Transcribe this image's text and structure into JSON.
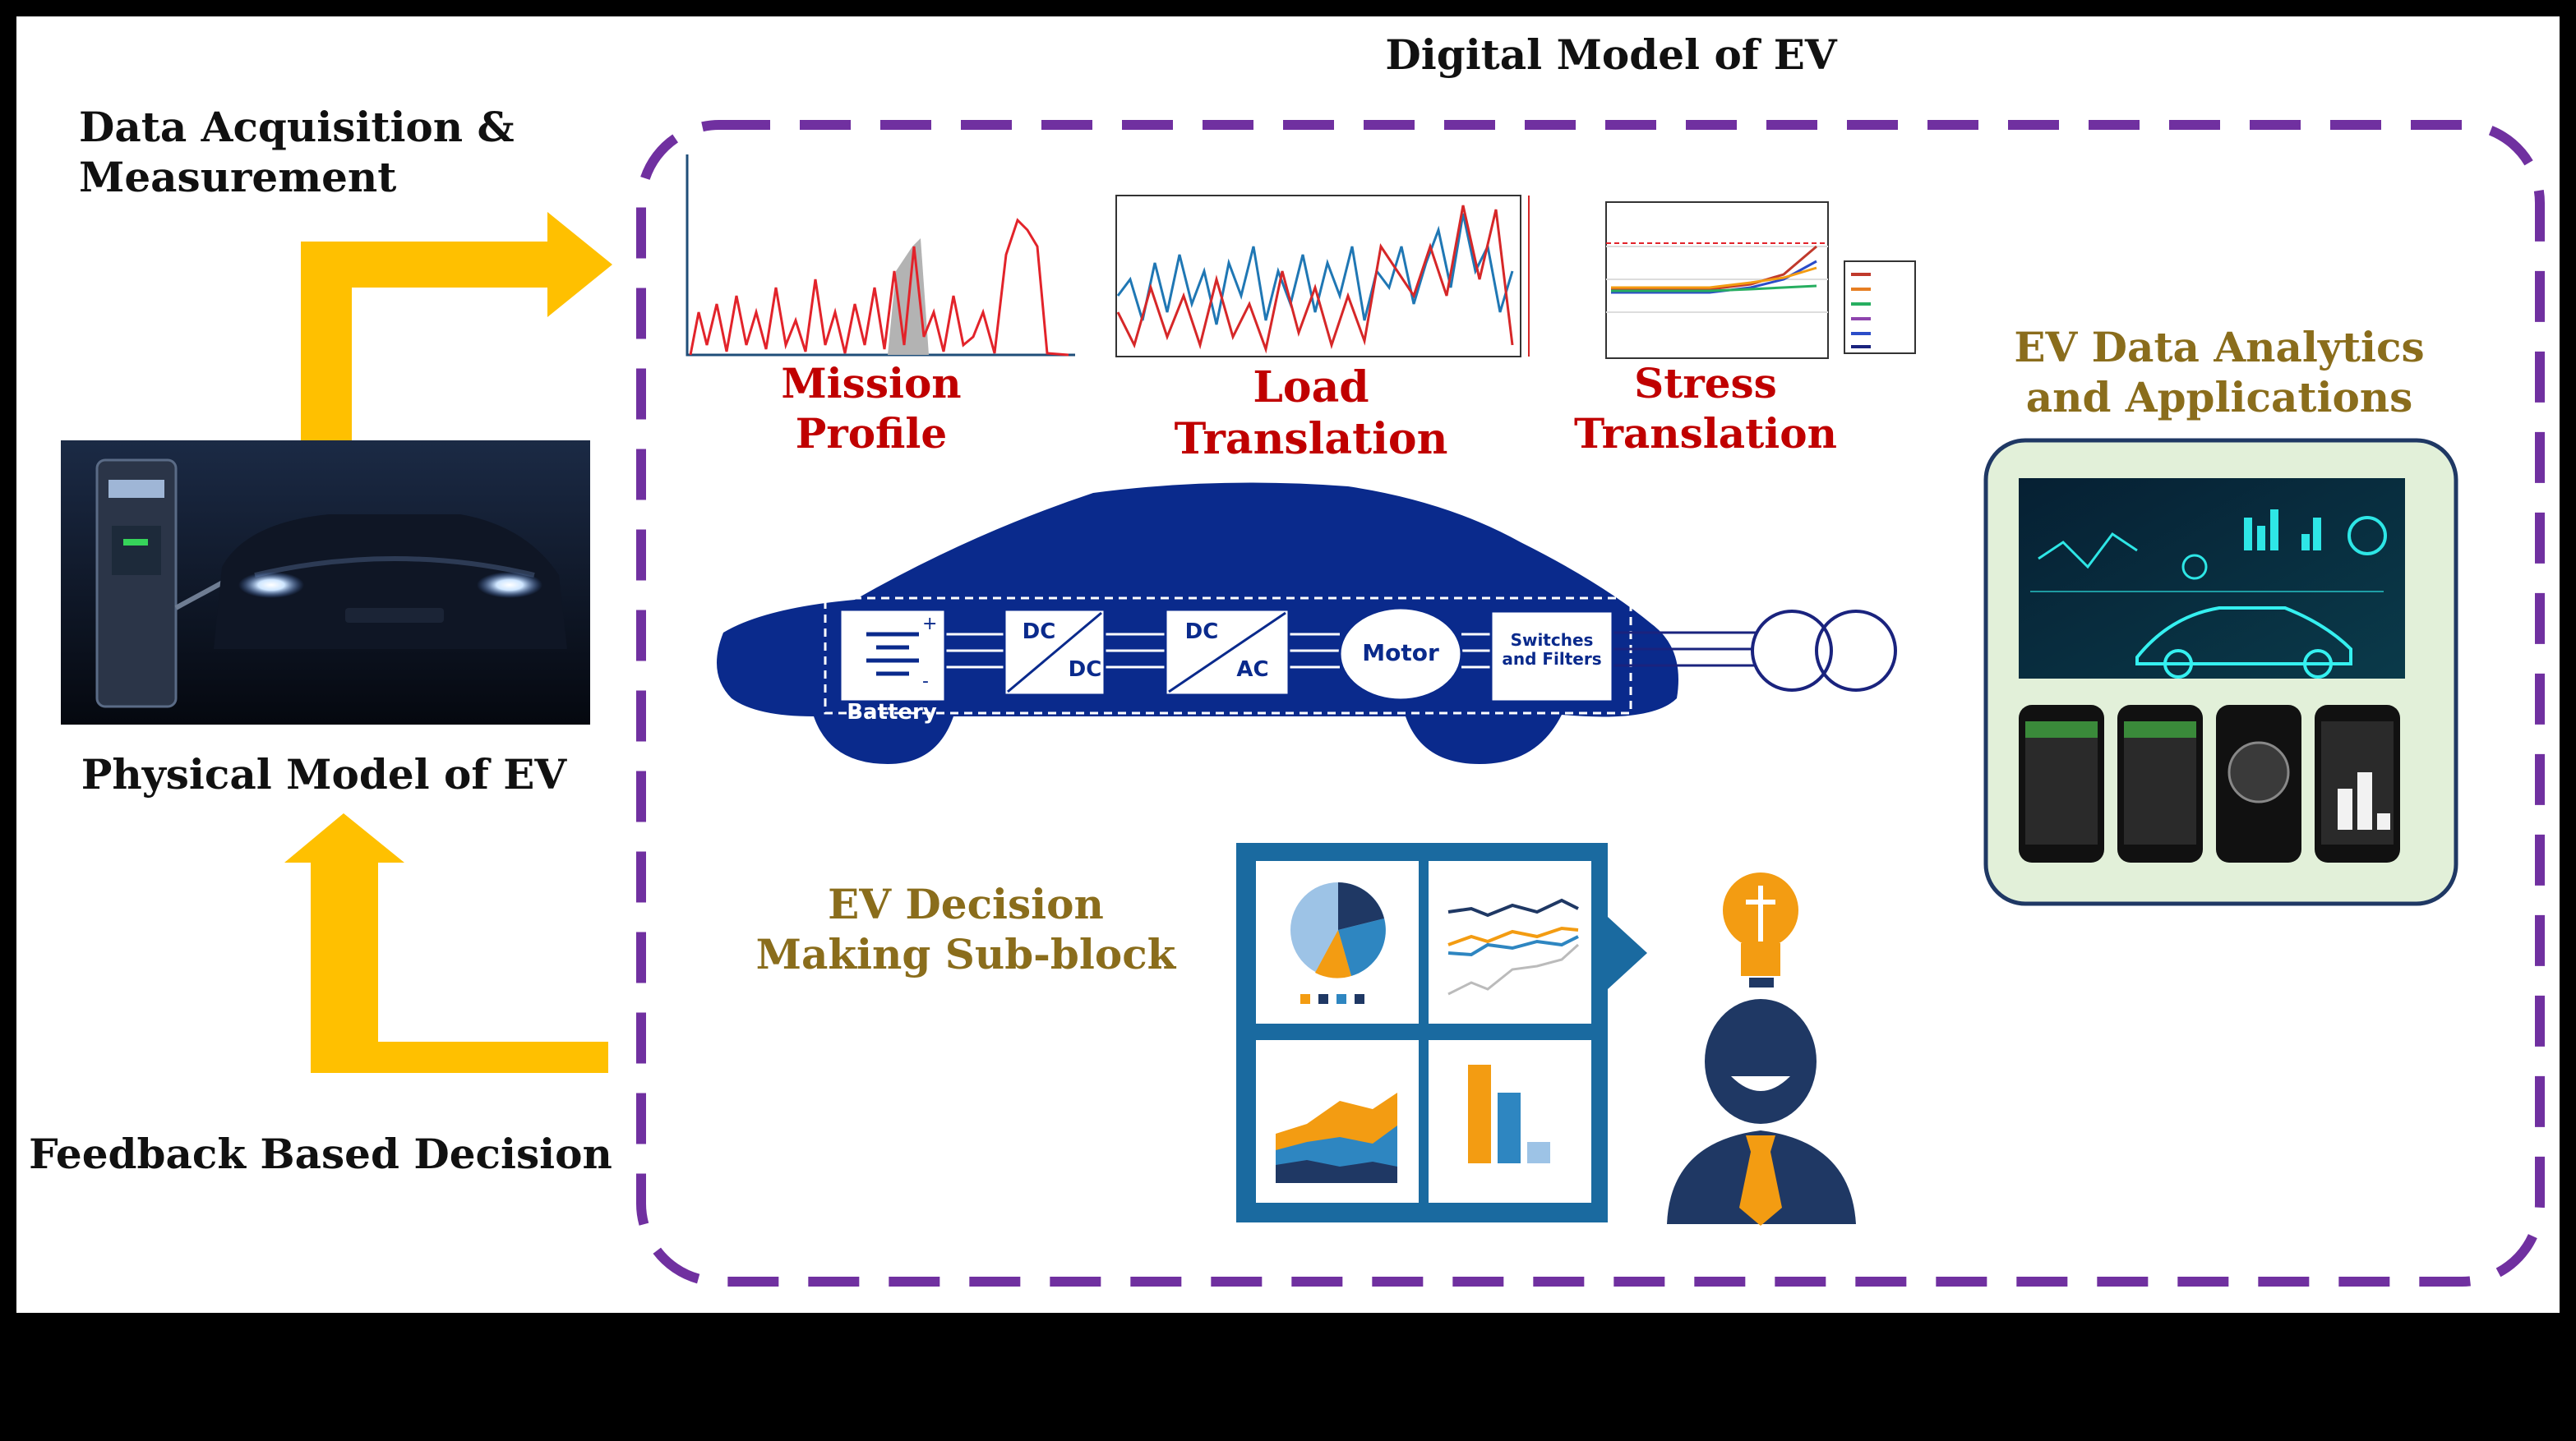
{
  "titles": {
    "digital_model": "Digital Model of EV",
    "data_acquisition_line1": "Data Acquisition &",
    "data_acquisition_line2": "Measurement",
    "physical_model": "Physical Model of EV",
    "feedback": "Feedback Based Decision",
    "analytics_line1": "EV Data Analytics",
    "analytics_line2": "and Applications",
    "decision_line1": "EV Decision",
    "decision_line2": "Making Sub-block"
  },
  "translations": {
    "mission_line1": "Mission",
    "mission_line2": "Profile",
    "load_line1": "Load",
    "load_line2": "Translation",
    "stress_line1": "Stress",
    "stress_line2": "Translation"
  },
  "powertrain": {
    "battery": "Battery",
    "dcdc_top": "DC",
    "dcdc_bottom": "DC",
    "dcac_top": "DC",
    "dcac_bottom": "AC",
    "motor": "Motor",
    "switches_line1": "Switches",
    "switches_line2": "and Filters"
  },
  "colors": {
    "background": "#000000",
    "panel": "#ffffff",
    "arrow": "#ffc000",
    "dashed_frame": "#7030a0",
    "car_body": "#0a2a8c",
    "red_label": "#c00000",
    "gold_label": "#8a6d1c",
    "analytics_box_fill": "#e2f0d9",
    "analytics_box_border": "#1f3864"
  },
  "icons": [
    "charging-station-icon",
    "electric-car-icon",
    "lightbulb-icon",
    "businessman-icon",
    "smartphone-icon",
    "pie-chart-icon"
  ]
}
